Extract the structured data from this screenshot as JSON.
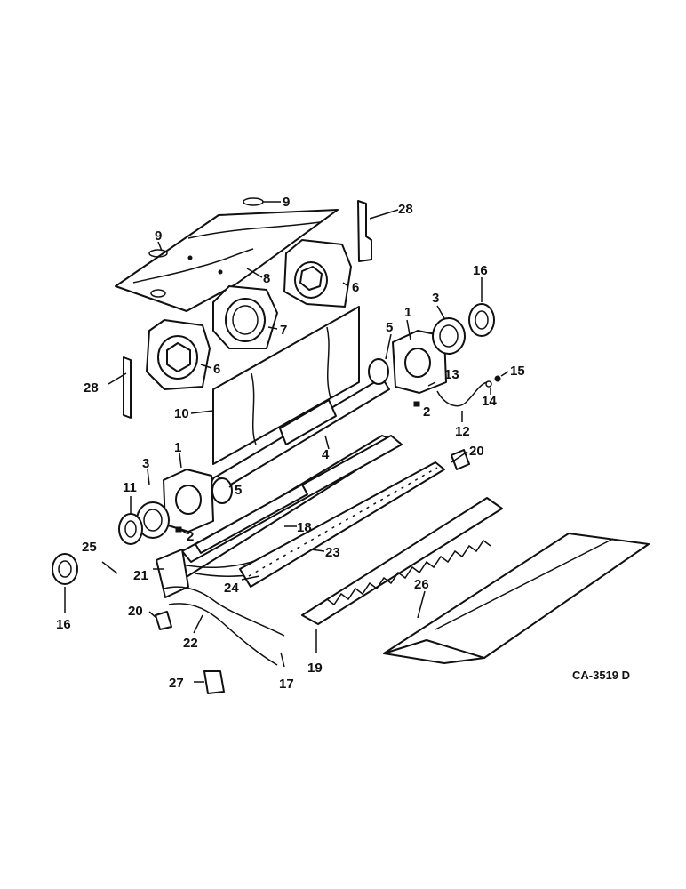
{
  "diagram": {
    "drawing_code": "CA-3519 D",
    "callouts": [
      "1",
      "1",
      "2",
      "2",
      "3",
      "3",
      "4",
      "5",
      "5",
      "6",
      "6",
      "7",
      "8",
      "9",
      "9",
      "10",
      "11",
      "12",
      "13",
      "14",
      "15",
      "16",
      "16",
      "17",
      "18",
      "19",
      "20",
      "20",
      "21",
      "22",
      "23",
      "24",
      "25",
      "26",
      "27",
      "28",
      "28"
    ]
  }
}
